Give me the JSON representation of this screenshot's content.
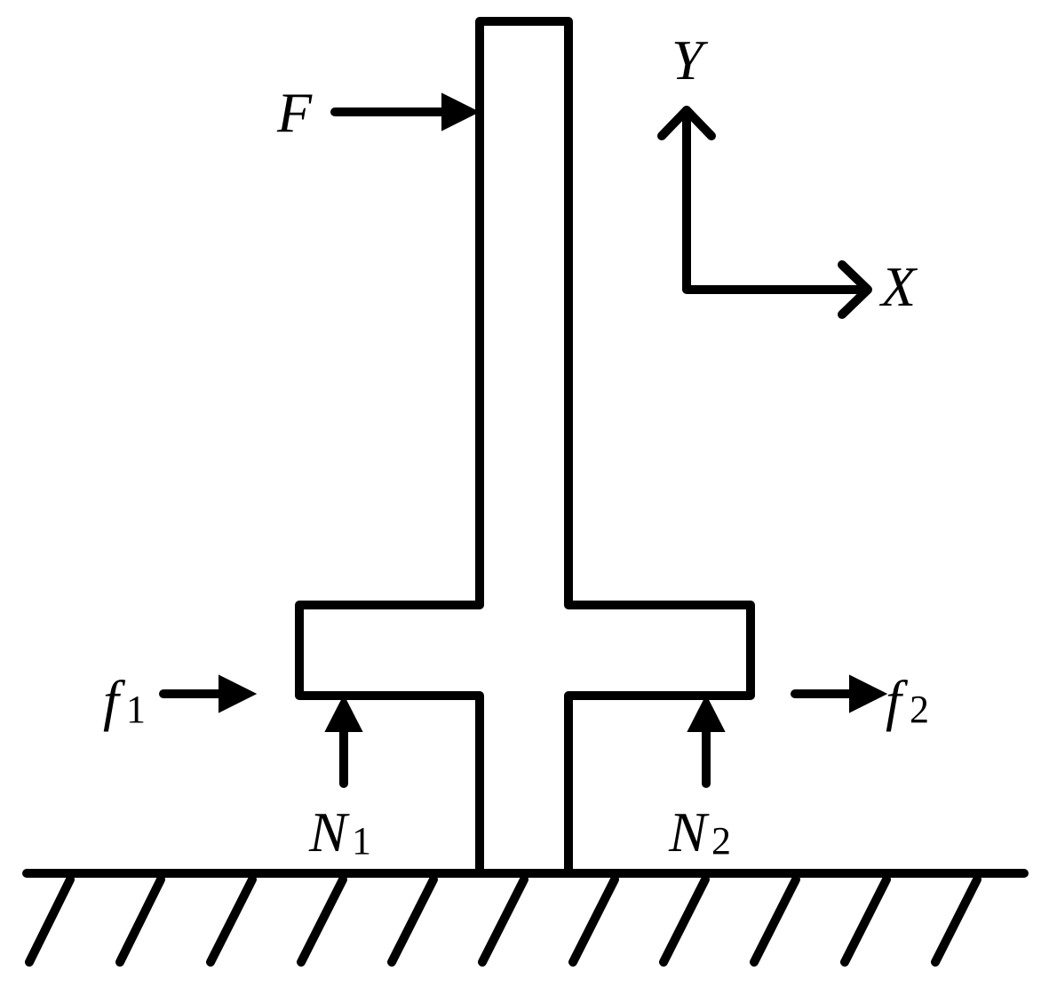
{
  "labels": {
    "force_F": "F",
    "axis_y": "Y",
    "axis_x": "X",
    "friction_1": "f",
    "friction_1_sub": "1",
    "friction_2": "f",
    "friction_2_sub": "2",
    "normal_1": "N",
    "normal_1_sub": "1",
    "normal_2": "N",
    "normal_2_sub": "2"
  },
  "colors": {
    "ink": "#000000",
    "background": "#ffffff"
  }
}
